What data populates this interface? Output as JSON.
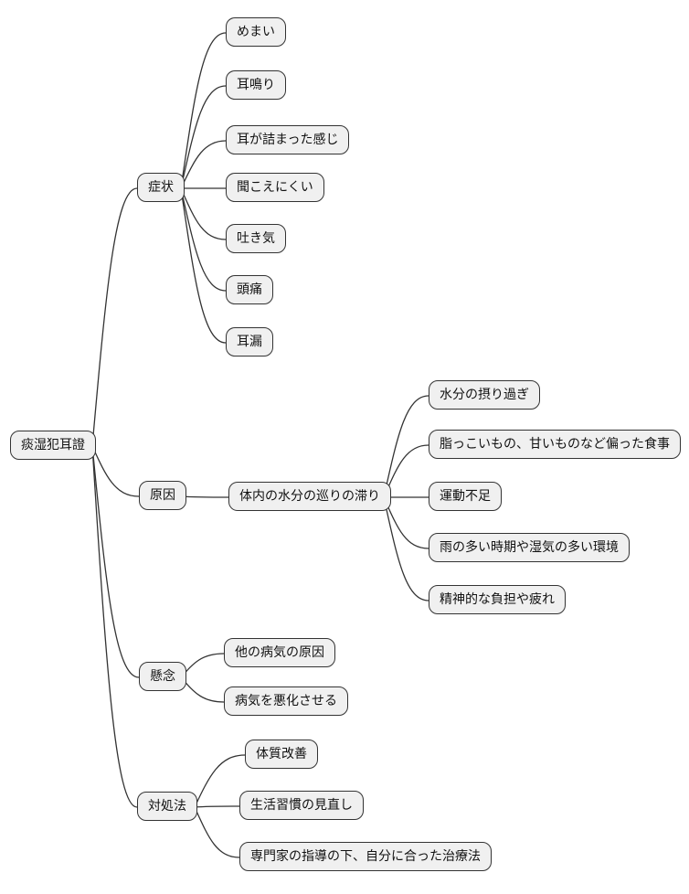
{
  "diagram": {
    "type": "mindmap",
    "background_color": "#ffffff",
    "node_fill_color": "#f0f0f0",
    "node_border_color": "#333333",
    "edge_color": "#333333",
    "root": {
      "label": "痰湿犯耳證"
    },
    "branches": [
      {
        "label": "症状",
        "children": [
          {
            "label": "めまい"
          },
          {
            "label": "耳鳴り"
          },
          {
            "label": "耳が詰まった感じ"
          },
          {
            "label": "聞こえにくい"
          },
          {
            "label": "吐き気"
          },
          {
            "label": "頭痛"
          },
          {
            "label": "耳漏"
          }
        ]
      },
      {
        "label": "原因",
        "children": [
          {
            "label": "体内の水分の巡りの滞り",
            "children": [
              {
                "label": "水分の摂り過ぎ"
              },
              {
                "label": "脂っこいもの、甘いものなど偏った食事"
              },
              {
                "label": "運動不足"
              },
              {
                "label": "雨の多い時期や湿気の多い環境"
              },
              {
                "label": "精神的な負担や疲れ"
              }
            ]
          }
        ]
      },
      {
        "label": "懸念",
        "children": [
          {
            "label": "他の病気の原因"
          },
          {
            "label": "病気を悪化させる"
          }
        ]
      },
      {
        "label": "対処法",
        "children": [
          {
            "label": "体質改善"
          },
          {
            "label": "生活習慣の見直し"
          },
          {
            "label": "専門家の指導の下、自分に合った治療法"
          }
        ]
      }
    ]
  }
}
